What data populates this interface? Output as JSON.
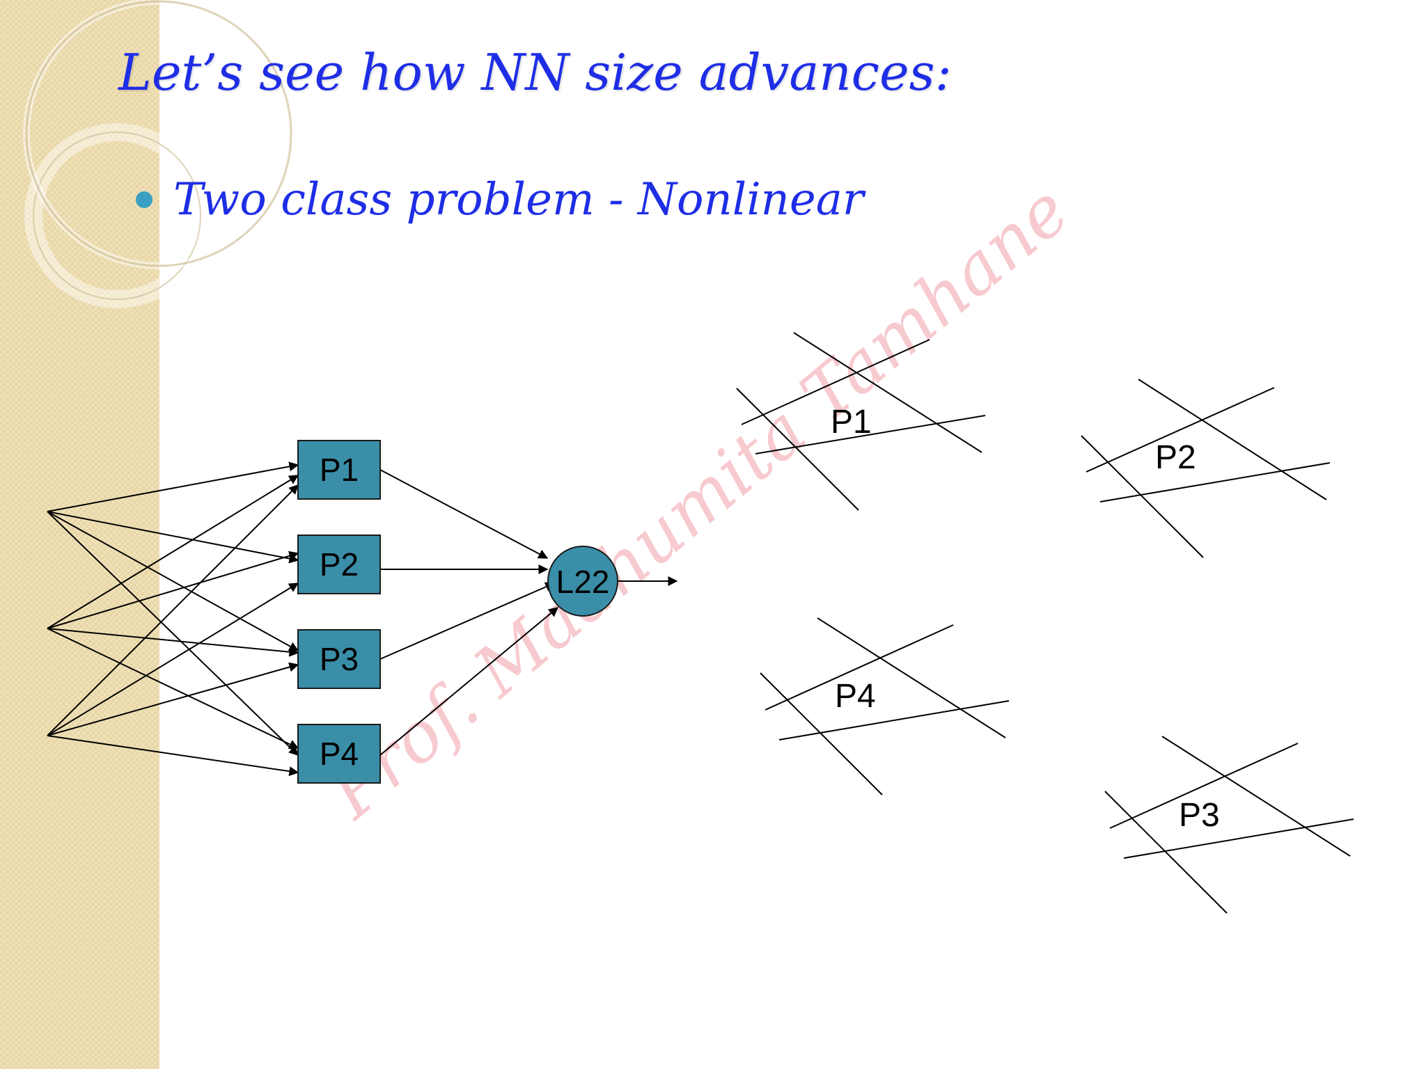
{
  "slide": {
    "title": "Let’s see how NN size advances:",
    "bullet": "Two class problem  - Nonlinear"
  },
  "network": {
    "hidden_nodes": [
      "P1",
      "P2",
      "P3",
      "P4"
    ],
    "output_node": "L22"
  },
  "plots": {
    "p1_label": "P1",
    "p2_label": "P2",
    "p3_label": "P3",
    "p4_label": "P4"
  },
  "watermark": "Prof. Madhumita Tamhane",
  "colors": {
    "title": "#1e2ee6",
    "node_fill": "#3a8ea8",
    "bullet": "#3a9fc2",
    "band": "#eddcae"
  }
}
